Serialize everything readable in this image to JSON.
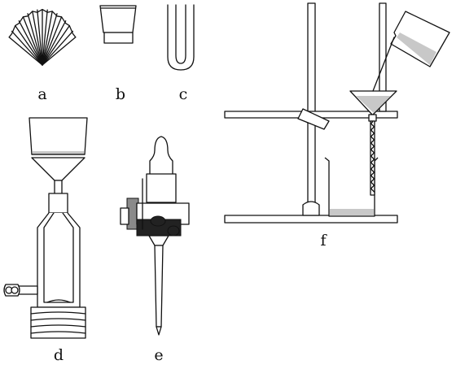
{
  "labels": {
    "a": "a",
    "b": "b",
    "c": "c",
    "d": "d",
    "e": "e",
    "f": "f"
  },
  "colors": {
    "stroke": "#111111",
    "liquid": "#c8c8c8",
    "background": "#ffffff"
  }
}
